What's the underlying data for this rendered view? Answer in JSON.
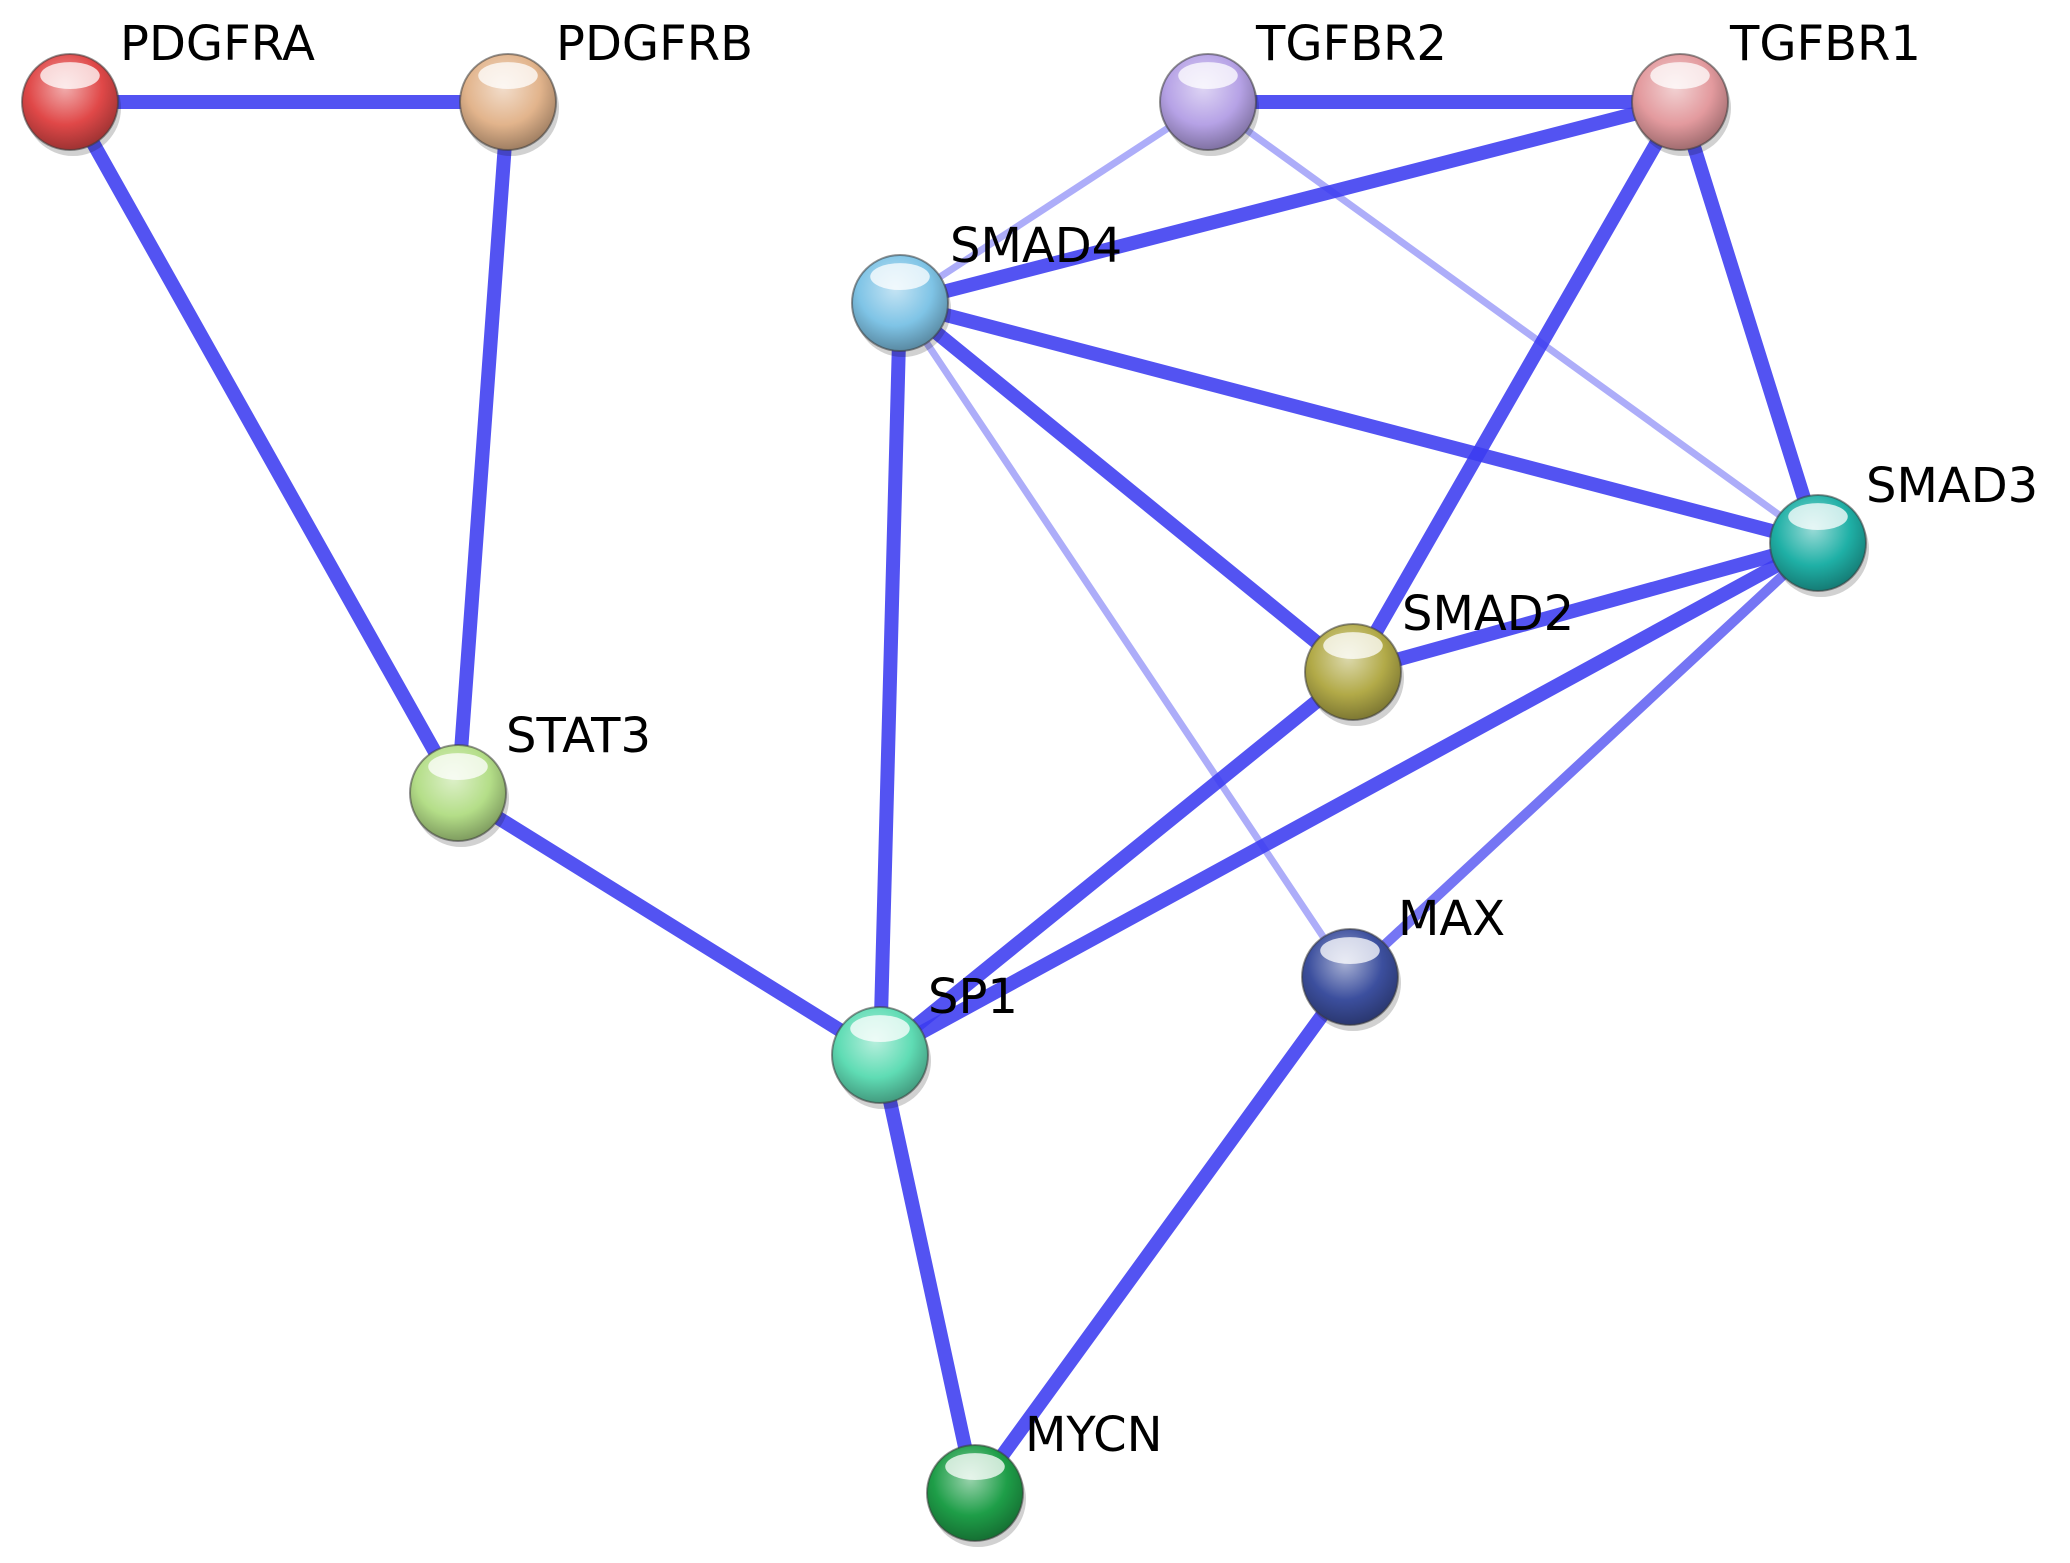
{
  "network": {
    "nodes": [
      {
        "id": "PDGFRA",
        "label": "PDGFRA",
        "color": "#e04848"
      },
      {
        "id": "PDGFRB",
        "label": "PDGFRB",
        "color": "#e2b48c"
      },
      {
        "id": "TGFBR2",
        "label": "TGFBR2",
        "color": "#b6a2e6"
      },
      {
        "id": "TGFBR1",
        "label": "TGFBR1",
        "color": "#e39a9e"
      },
      {
        "id": "SMAD4",
        "label": "SMAD4",
        "color": "#7fc4e6"
      },
      {
        "id": "SMAD3",
        "label": "SMAD3",
        "color": "#1fb0a6"
      },
      {
        "id": "SMAD2",
        "label": "SMAD2",
        "color": "#b2aa48"
      },
      {
        "id": "STAT3",
        "label": "STAT3",
        "color": "#b4de88"
      },
      {
        "id": "MAX",
        "label": "MAX",
        "color": "#3c4f9e"
      },
      {
        "id": "SP1",
        "label": "SP1",
        "color": "#5fdcb4"
      },
      {
        "id": "MYCN",
        "label": "MYCN",
        "color": "#1e9e48"
      }
    ],
    "edges": [
      {
        "source": "PDGFRA",
        "target": "PDGFRB",
        "strength": "strong"
      },
      {
        "source": "PDGFRA",
        "target": "STAT3",
        "strength": "strong"
      },
      {
        "source": "PDGFRB",
        "target": "STAT3",
        "strength": "strong"
      },
      {
        "source": "TGFBR2",
        "target": "TGFBR1",
        "strength": "strong"
      },
      {
        "source": "TGFBR2",
        "target": "SMAD4",
        "strength": "weak"
      },
      {
        "source": "TGFBR2",
        "target": "SMAD3",
        "strength": "weak"
      },
      {
        "source": "TGFBR1",
        "target": "SMAD4",
        "strength": "strong"
      },
      {
        "source": "TGFBR1",
        "target": "SMAD2",
        "strength": "strong"
      },
      {
        "source": "TGFBR1",
        "target": "SMAD3",
        "strength": "strong"
      },
      {
        "source": "SMAD4",
        "target": "SMAD3",
        "strength": "strong"
      },
      {
        "source": "SMAD4",
        "target": "SMAD2",
        "strength": "strong"
      },
      {
        "source": "SMAD4",
        "target": "SP1",
        "strength": "strong"
      },
      {
        "source": "SMAD4",
        "target": "MAX",
        "strength": "weak"
      },
      {
        "source": "SMAD3",
        "target": "SMAD2",
        "strength": "strong"
      },
      {
        "source": "SMAD3",
        "target": "SP1",
        "strength": "strong"
      },
      {
        "source": "SMAD3",
        "target": "MAX",
        "strength": "medium"
      },
      {
        "source": "SMAD2",
        "target": "SP1",
        "strength": "strong"
      },
      {
        "source": "STAT3",
        "target": "SP1",
        "strength": "strong"
      },
      {
        "source": "SP1",
        "target": "MYCN",
        "strength": "strong"
      },
      {
        "source": "MAX",
        "target": "MYCN",
        "strength": "strong"
      }
    ]
  },
  "colors": {
    "edge": "#3b3bf0",
    "background": "#ffffff",
    "label": "#000000"
  }
}
